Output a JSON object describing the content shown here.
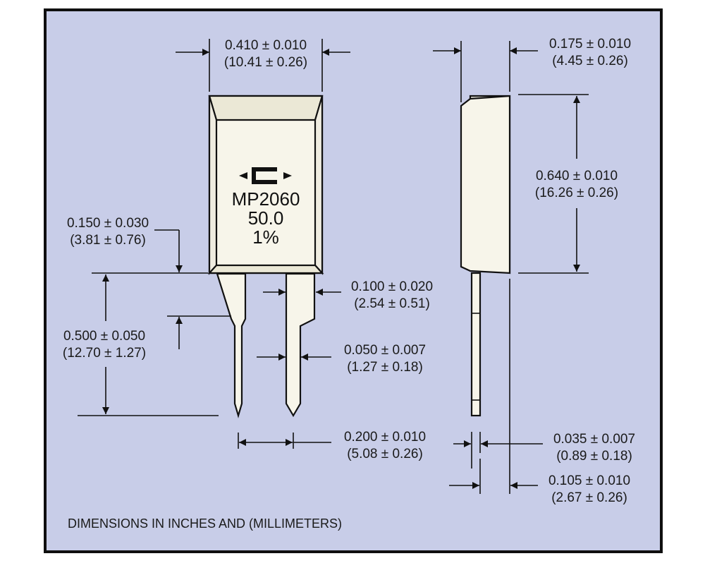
{
  "colors": {
    "background": "#c8cde8",
    "frame": "#0f0f0f",
    "part_body": "#f7f5ea",
    "line": "#111111"
  },
  "front_view": {
    "marking": {
      "logo": "C",
      "part_number": "MP2060",
      "value": "50.0",
      "tolerance": "1%"
    }
  },
  "dimensions": {
    "body_width": {
      "inches": "0.410 ± 0.010",
      "mm": "(10.41 ± 0.26)"
    },
    "body_thickness": {
      "inches": "0.175 ± 0.010",
      "mm": "(4.45 ± 0.26)"
    },
    "body_height": {
      "inches": "0.640 ± 0.010",
      "mm": "(16.26 ± 0.26)"
    },
    "lead_shoulder": {
      "inches": "0.150 ± 0.030",
      "mm": "(3.81 ± 0.76)"
    },
    "lead_length": {
      "inches": "0.500 ± 0.050",
      "mm": "(12.70 ± 1.27)"
    },
    "lead_width": {
      "inches": "0.100 ± 0.020",
      "mm": "(2.54 ± 0.51)"
    },
    "lead_tip_width": {
      "inches": "0.050 ± 0.007",
      "mm": "(1.27 ± 0.18)"
    },
    "lead_spacing": {
      "inches": "0.200 ± 0.010",
      "mm": "(5.08 ± 0.26)"
    },
    "lead_thickness": {
      "inches": "0.035 ± 0.007",
      "mm": "(0.89 ± 0.18)"
    },
    "lead_offset": {
      "inches": "0.105 ± 0.010",
      "mm": "(2.67 ± 0.26)"
    }
  },
  "footnote": "DIMENSIONS IN INCHES AND (MILLIMETERS)"
}
